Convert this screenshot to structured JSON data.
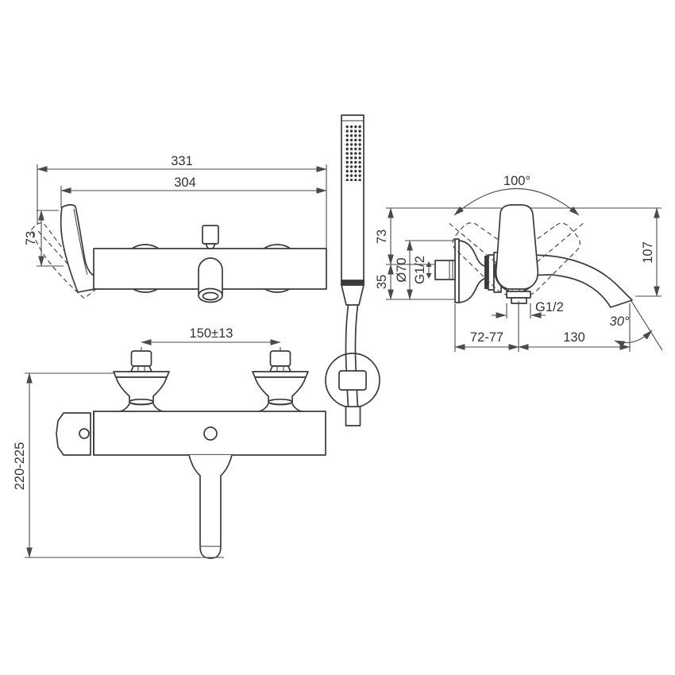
{
  "drawing": {
    "description": "Technical dimension drawing of a wall-mounted bath shower mixer with stick hand shower (front view, side view, plan view)",
    "colors": {
      "background": "#ffffff",
      "object_line": "#3b3b3b",
      "dimension_line": "#4a4a4a",
      "text": "#333333"
    },
    "views": {
      "front": {
        "dims": {
          "overall_width": "331",
          "body_width": "304",
          "handle_height": "73"
        }
      },
      "plan": {
        "dims": {
          "inlet_centres": "150±13",
          "overall_depth": "220-225"
        }
      },
      "side": {
        "dims": {
          "handle_swing_angle": "100°",
          "above_inlet": "73",
          "below_inlet": "35",
          "escutcheon_diameter": "Ø70",
          "inlet_thread": "G1/2",
          "shower_outlet_thread": "G1/2",
          "spout_height": "107",
          "wall_to_outlet": "72-77",
          "spout_reach": "130",
          "spout_angle": "30°"
        }
      }
    }
  }
}
